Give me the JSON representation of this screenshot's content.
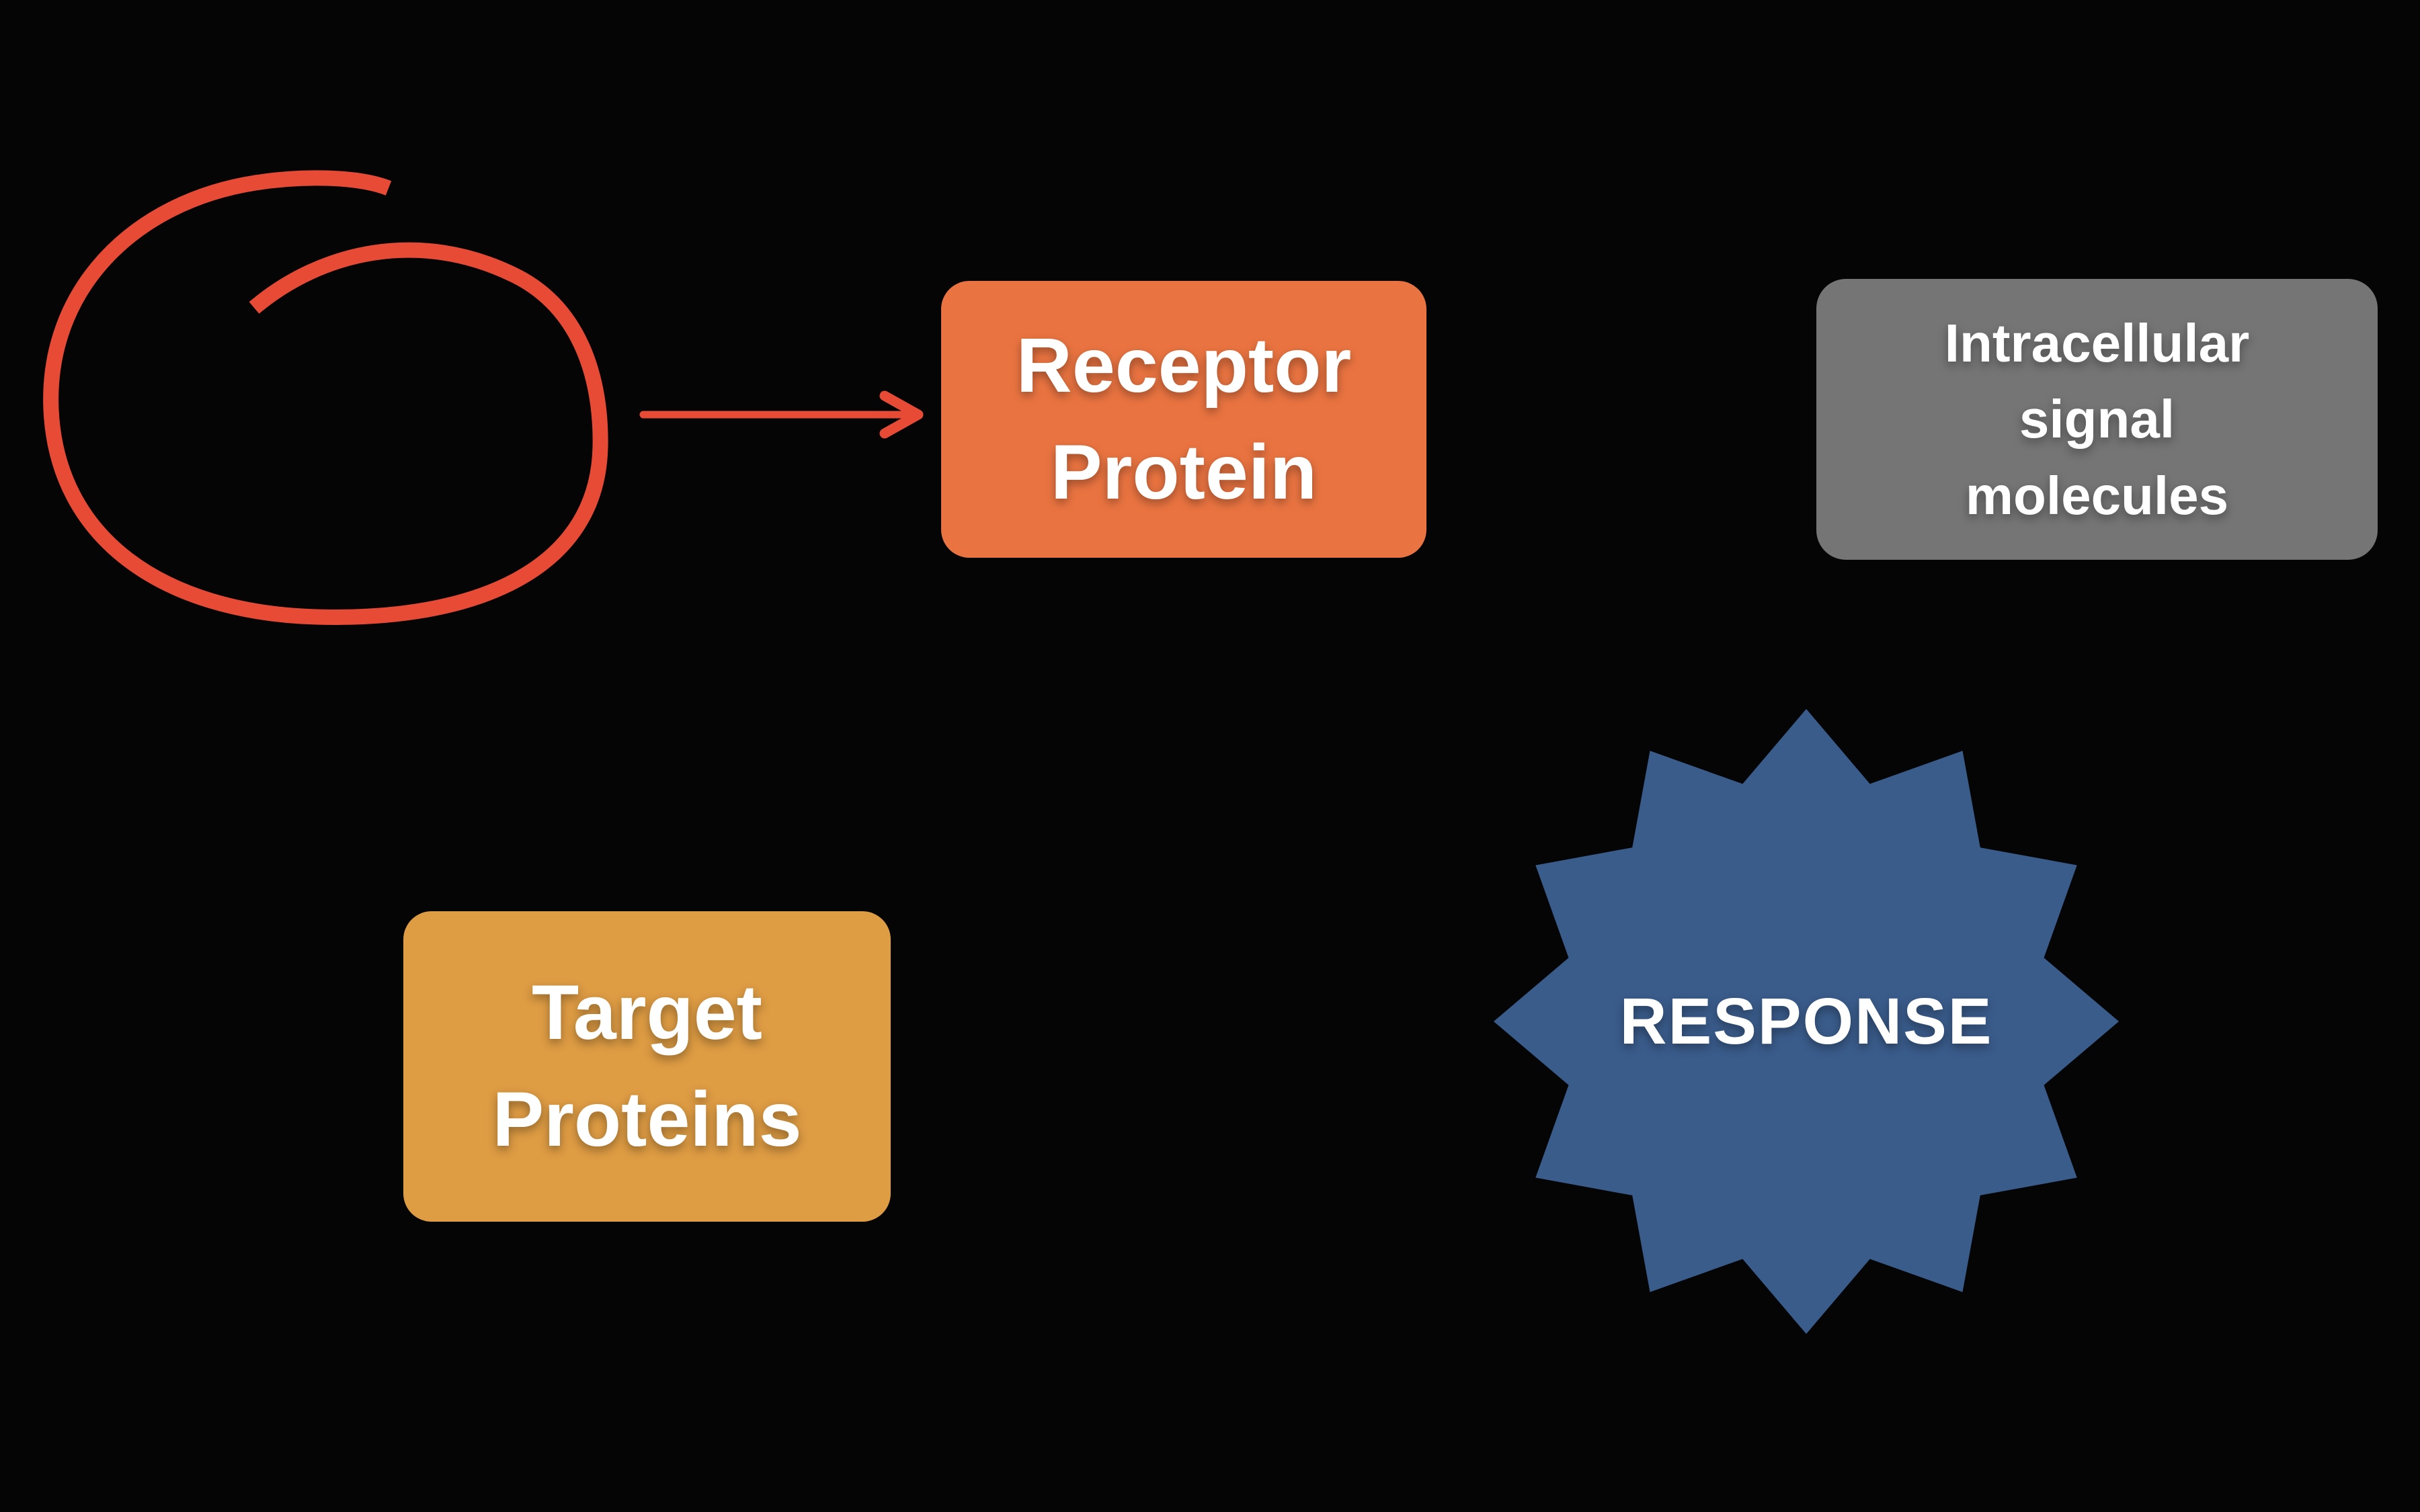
{
  "canvas": {
    "background": "#050506"
  },
  "annotation": {
    "circle_color": "#E84B35",
    "arrow_color": "#E84B35"
  },
  "nodes": {
    "receptor": {
      "line1": "Receptor",
      "line2": "Protein",
      "fill": "#EA7441",
      "text_color": "#FFFFFF"
    },
    "intracellular": {
      "line1": "Intracellular",
      "line2": "signal",
      "line3": "molecules",
      "fill": "#757575",
      "text_color": "#FFFFFF"
    },
    "target": {
      "line1": "Target",
      "line2": "Proteins",
      "fill": "#DE9C43",
      "text_color": "#FFFFFF"
    },
    "response": {
      "label": "RESPONSE",
      "fill": "#3A5C8B",
      "text_color": "#FFFFFF",
      "points": 12
    }
  }
}
